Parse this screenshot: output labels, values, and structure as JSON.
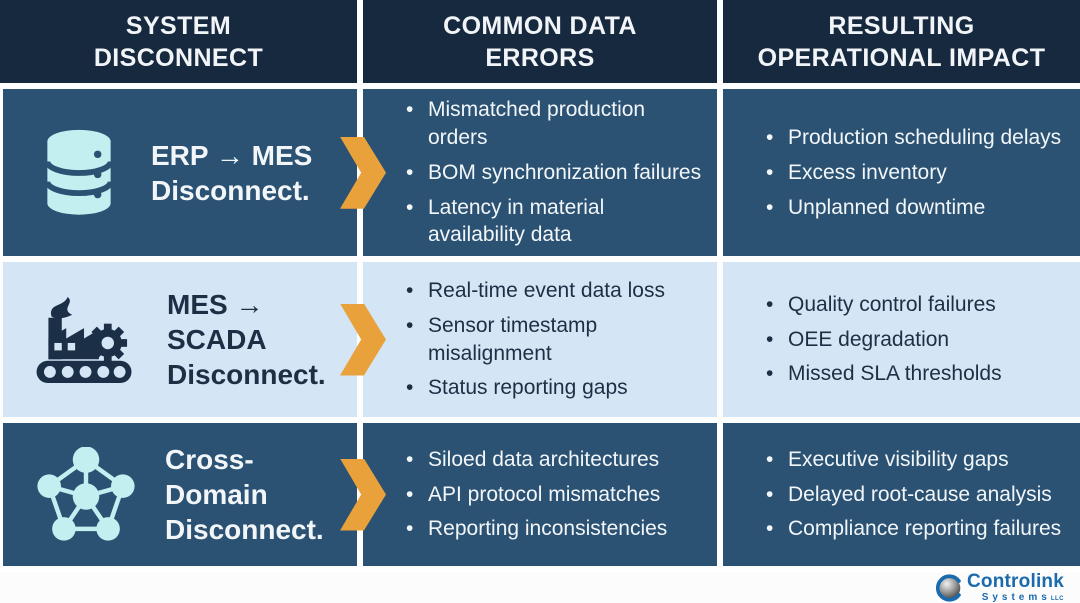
{
  "columns": [
    "SYSTEM\nDISCONNECT",
    "COMMON DATA\nERRORS",
    "RESULTING\nOPERATIONAL IMPACT"
  ],
  "rows": [
    {
      "icon": "database-icon",
      "label": "ERP → MES\nDisconnect.",
      "errors": [
        "Mismatched production orders",
        "BOM synchronization failures",
        "Latency in material availability data"
      ],
      "impacts": [
        "Production scheduling delays",
        "Excess inventory",
        "Unplanned downtime"
      ]
    },
    {
      "icon": "factory-icon",
      "label": "MES → SCADA\nDisconnect.",
      "errors": [
        "Real-time event data loss",
        "Sensor timestamp misalignment",
        "Status reporting gaps"
      ],
      "impacts": [
        "Quality control failures",
        "OEE degradation",
        "Missed SLA thresholds"
      ]
    },
    {
      "icon": "network-icon",
      "label": "Cross-Domain\nDisconnect.",
      "errors": [
        "Siloed data architectures",
        "API protocol mismatches",
        "Reporting inconsistencies"
      ],
      "impacts": [
        "Executive visibility gaps",
        "Delayed root-cause analysis",
        "Compliance reporting failures"
      ]
    }
  ],
  "footer": {
    "brand_name": "Controlink",
    "brand_sub": "Systems",
    "brand_suffix": "LLC"
  },
  "colors": {
    "header_bg": "#17293F",
    "row_dark_bg": "#2B5273",
    "row_light_bg": "#D4E6F5",
    "arrow_gold": "#E9A23B",
    "icon_cyan": "#C2F0F1",
    "icon_navy": "#1B2F47",
    "text_light": "#F2F6F9",
    "text_dark": "#1C2F45",
    "logo_blue": "#1A6AAD"
  }
}
